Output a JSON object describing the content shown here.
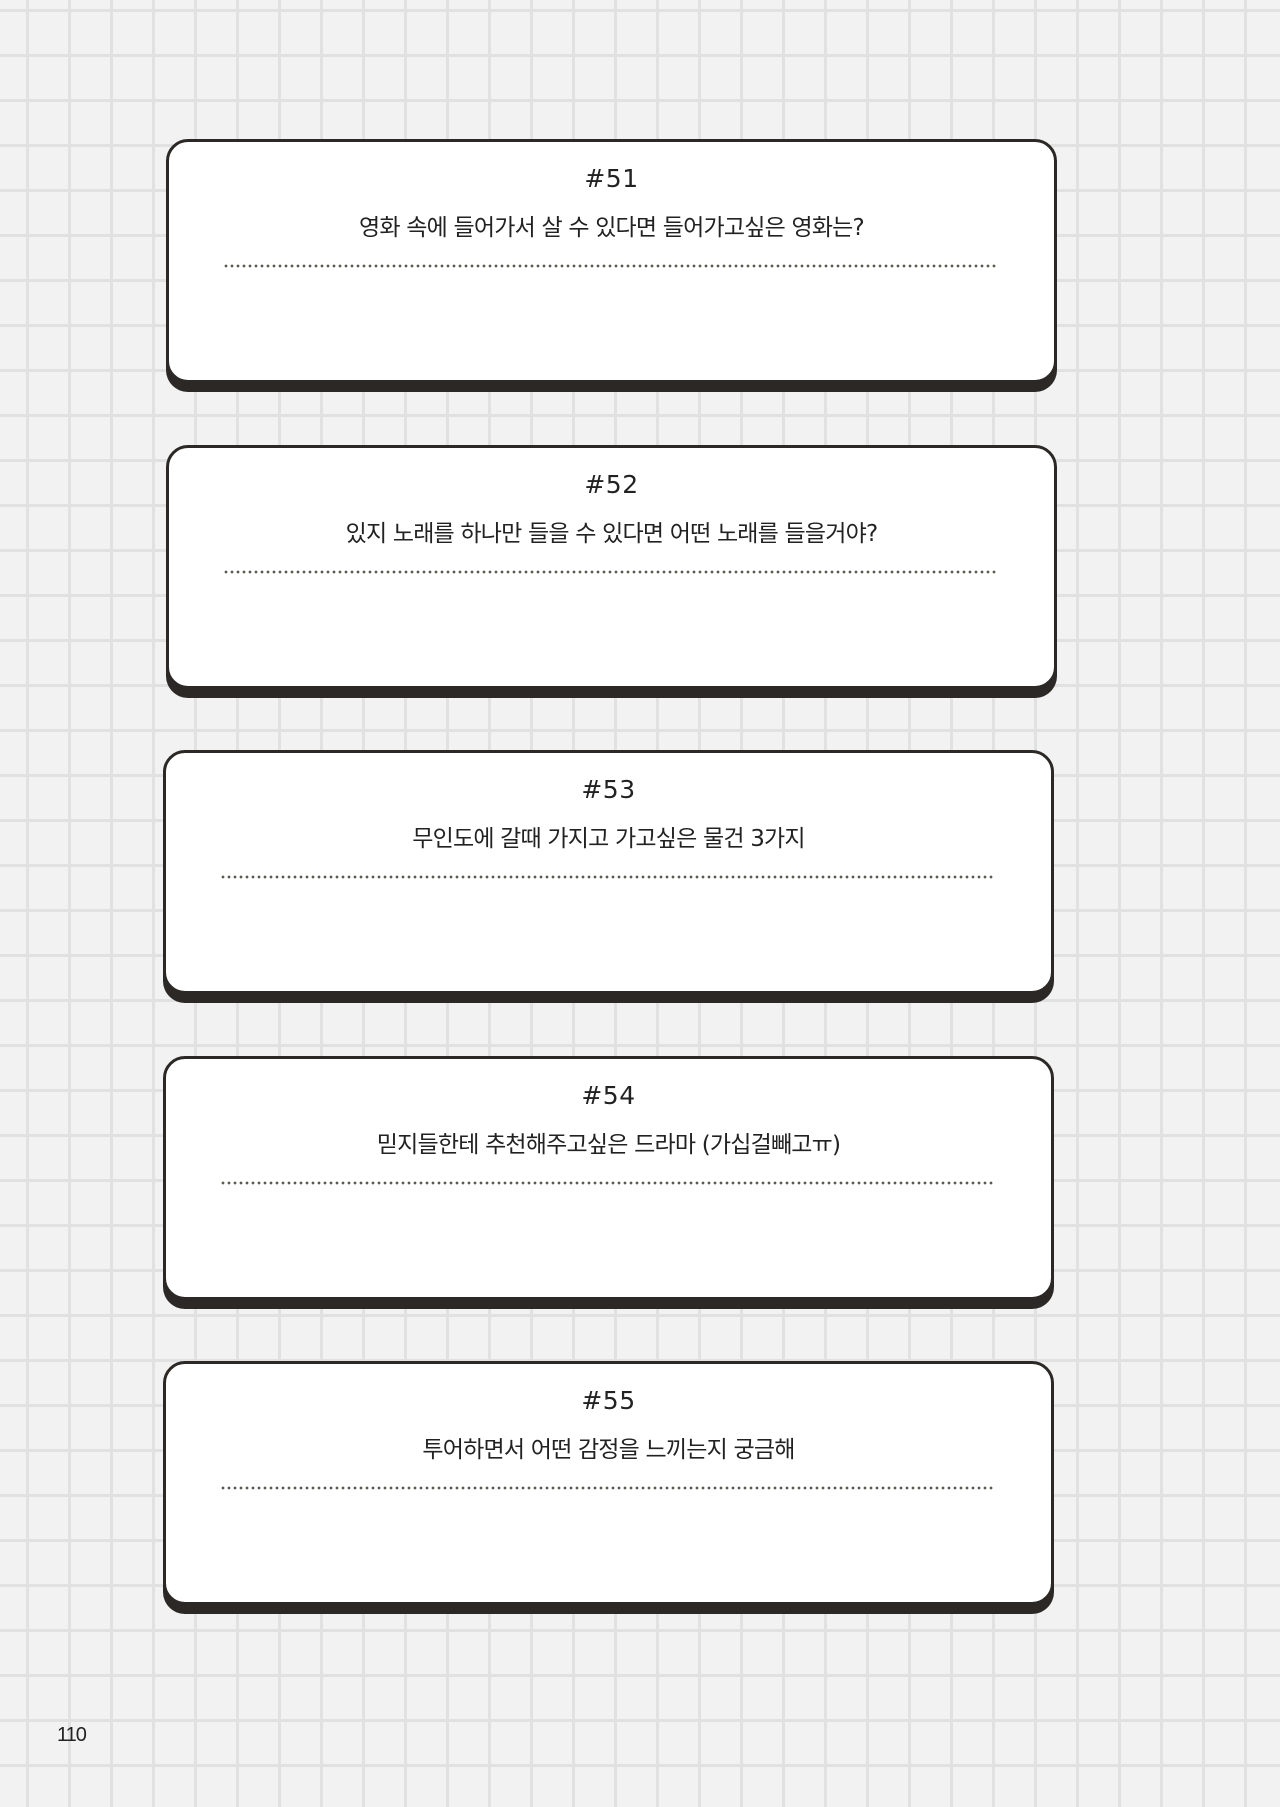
{
  "page": {
    "page_number": "110",
    "colors": {
      "background": "#f2f2f2",
      "grid_line": "#e1e1e1",
      "card_fill": "#ffffff",
      "card_border": "#2b2826",
      "text": "#222222",
      "dotted_line": "#5a5a52"
    }
  },
  "cards": [
    {
      "number": "#51",
      "question": "영화 속에 들어가서 살 수 있다면 들어가고싶은 영화는?",
      "answer": ""
    },
    {
      "number": "#52",
      "question": "있지 노래를 하나만 들을 수 있다면 어떤 노래를 들을거야?",
      "answer": ""
    },
    {
      "number": "#53",
      "question": "무인도에 갈때 가지고 가고싶은 물건 3가지",
      "answer": ""
    },
    {
      "number": "#54",
      "question": "믿지들한테 추천해주고싶은 드라마 (가십걸빼고ㅠ)",
      "answer": ""
    },
    {
      "number": "#55",
      "question": "투어하면서 어떤 감정을 느끼는지 궁금해",
      "answer": ""
    }
  ]
}
